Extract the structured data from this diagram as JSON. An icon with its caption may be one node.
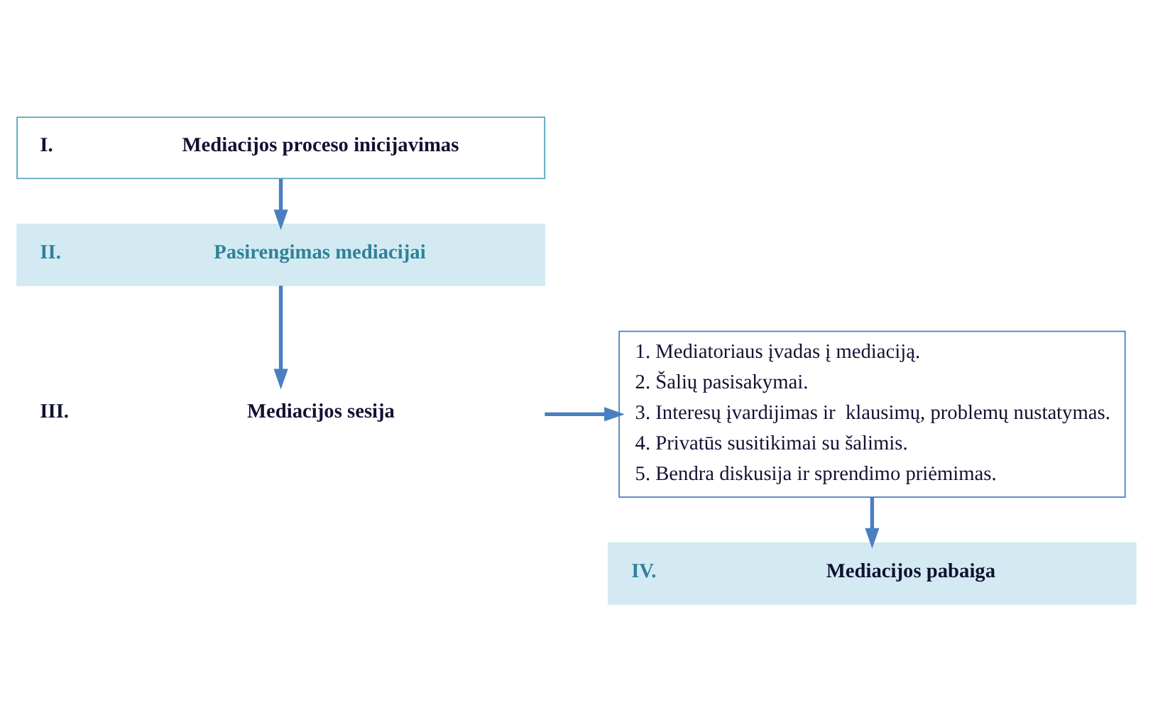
{
  "diagram": {
    "nodes": [
      {
        "text": [
          "I.",
          "Mediacijos proceso inicijavimas"
        ]
      },
      {
        "text": [
          "II.",
          "Pasirengimas mediacijai"
        ]
      },
      {
        "text": [
          "III.",
          "Mediacijos sesija"
        ]
      },
      {
        "text": [
          "1. Mediatoriaus įvadas į mediaciją.",
          "2. Šalių pasisakymai.",
          "3. Interesų įvardijimas ir  klausimų, problemų nustatymas.",
          "4. Privatūs susitikimai su šalimis.",
          "5. Bendra diskusija ir sprendimo priėmimas."
        ]
      },
      {
        "text": [
          "IV.",
          "Mediacijos pabaiga"
        ]
      }
    ],
    "edges": [
      {
        "from": 0,
        "to": 1,
        "arrow": "to"
      },
      {
        "from": 1,
        "to": 2,
        "arrow": "to"
      },
      {
        "from": 2,
        "to": 3,
        "arrow": "to"
      },
      {
        "from": 3,
        "to": 4,
        "arrow": "to"
      }
    ]
  }
}
